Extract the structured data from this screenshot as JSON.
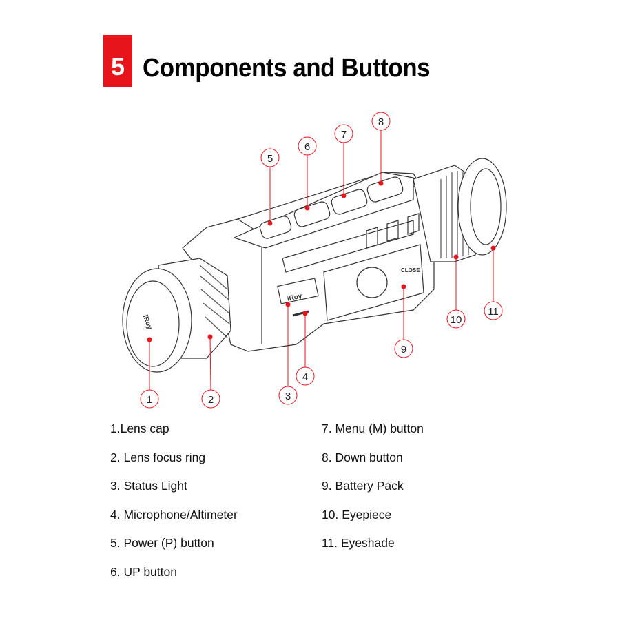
{
  "section": {
    "number": "5",
    "title": "Components and Buttons"
  },
  "diagram": {
    "brand_logo": "iRoy",
    "close_label": "CLOSE",
    "callouts": [
      "1",
      "2",
      "3",
      "4",
      "5",
      "6",
      "7",
      "8",
      "9",
      "10",
      "11"
    ],
    "accent_color": "#e8141b"
  },
  "legend": {
    "left": [
      "1.Lens cap",
      "2. Lens focus ring",
      "3. Status Light",
      "4. Microphone/Altimeter",
      "5. Power (P) button",
      "6. UP button"
    ],
    "right": [
      "7. Menu (M) button",
      "8. Down button",
      "9. Battery Pack",
      "10. Eyepiece",
      "11. Eyeshade"
    ]
  }
}
